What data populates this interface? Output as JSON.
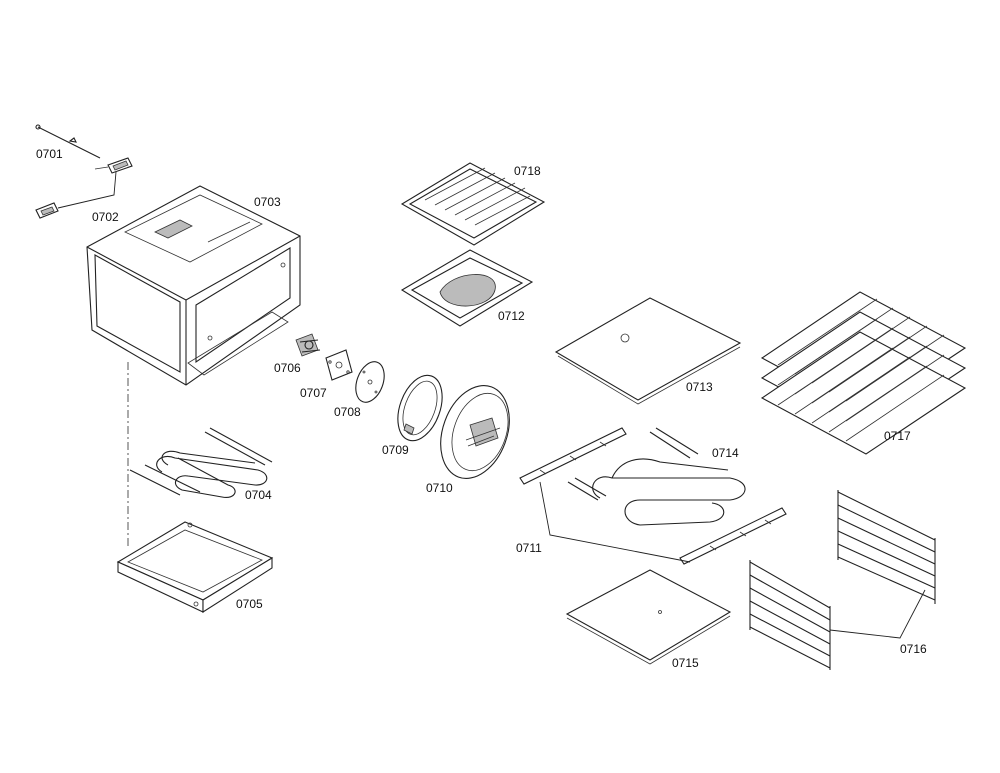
{
  "parts": [
    {
      "id": "p0701",
      "label": "0701"
    },
    {
      "id": "p0702",
      "label": "0702"
    },
    {
      "id": "p0703",
      "label": "0703"
    },
    {
      "id": "p0704",
      "label": "0704"
    },
    {
      "id": "p0705",
      "label": "0705"
    },
    {
      "id": "p0706",
      "label": "0706"
    },
    {
      "id": "p0707",
      "label": "0707"
    },
    {
      "id": "p0708",
      "label": "0708"
    },
    {
      "id": "p0709",
      "label": "0709"
    },
    {
      "id": "p0710",
      "label": "0710"
    },
    {
      "id": "p0711",
      "label": "0711"
    },
    {
      "id": "p0712",
      "label": "0712"
    },
    {
      "id": "p0713",
      "label": "0713"
    },
    {
      "id": "p0714",
      "label": "0714"
    },
    {
      "id": "p0715",
      "label": "0715"
    },
    {
      "id": "p0716",
      "label": "0716"
    },
    {
      "id": "p0717",
      "label": "0717"
    },
    {
      "id": "p0718",
      "label": "0718"
    }
  ]
}
